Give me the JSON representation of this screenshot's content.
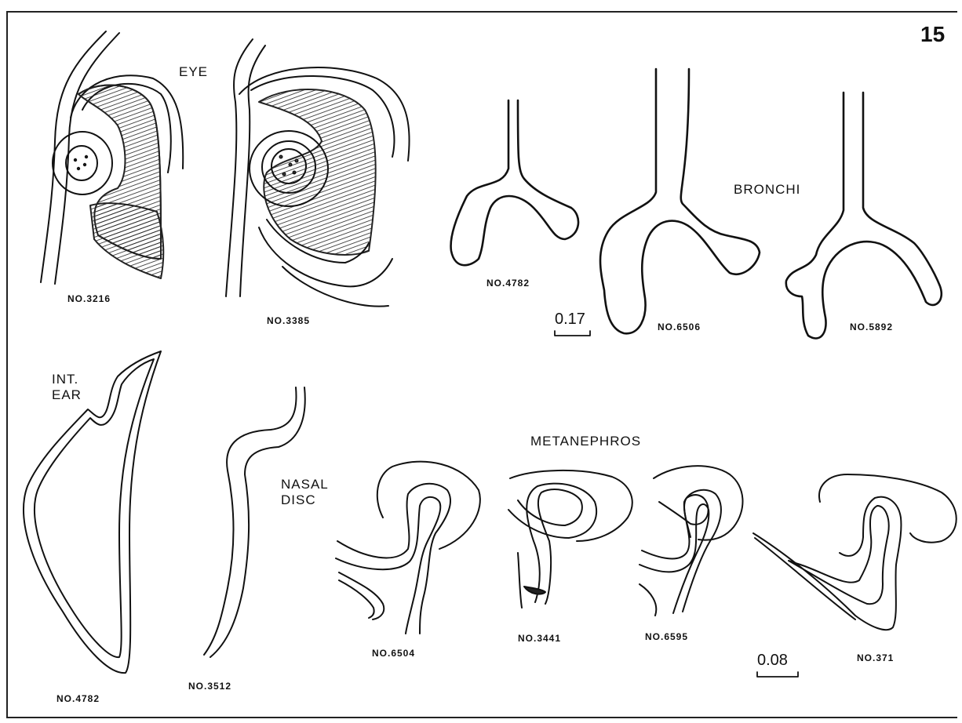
{
  "plate_number": "15",
  "labels": {
    "eye": "EYE",
    "bronchi": "BRONCHI",
    "int_ear": "INT.\nEAR",
    "nasal_disc": "NASAL\nDISC",
    "metanephros": "METANEPHROS"
  },
  "specimens": {
    "eye_a": "NO.3216",
    "eye_b": "NO.3385",
    "bronchi_a": "NO.4782",
    "bronchi_b": "NO.6506",
    "bronchi_c": "NO.5892",
    "ear": "NO.4782",
    "nasal": "NO.3512",
    "meta_a": "NO.6504",
    "meta_b": "NO.3441",
    "meta_c": "NO.6595",
    "meta_d": "NO.371"
  },
  "scale_bars": {
    "upper": "0.17",
    "lower": "0.08"
  }
}
